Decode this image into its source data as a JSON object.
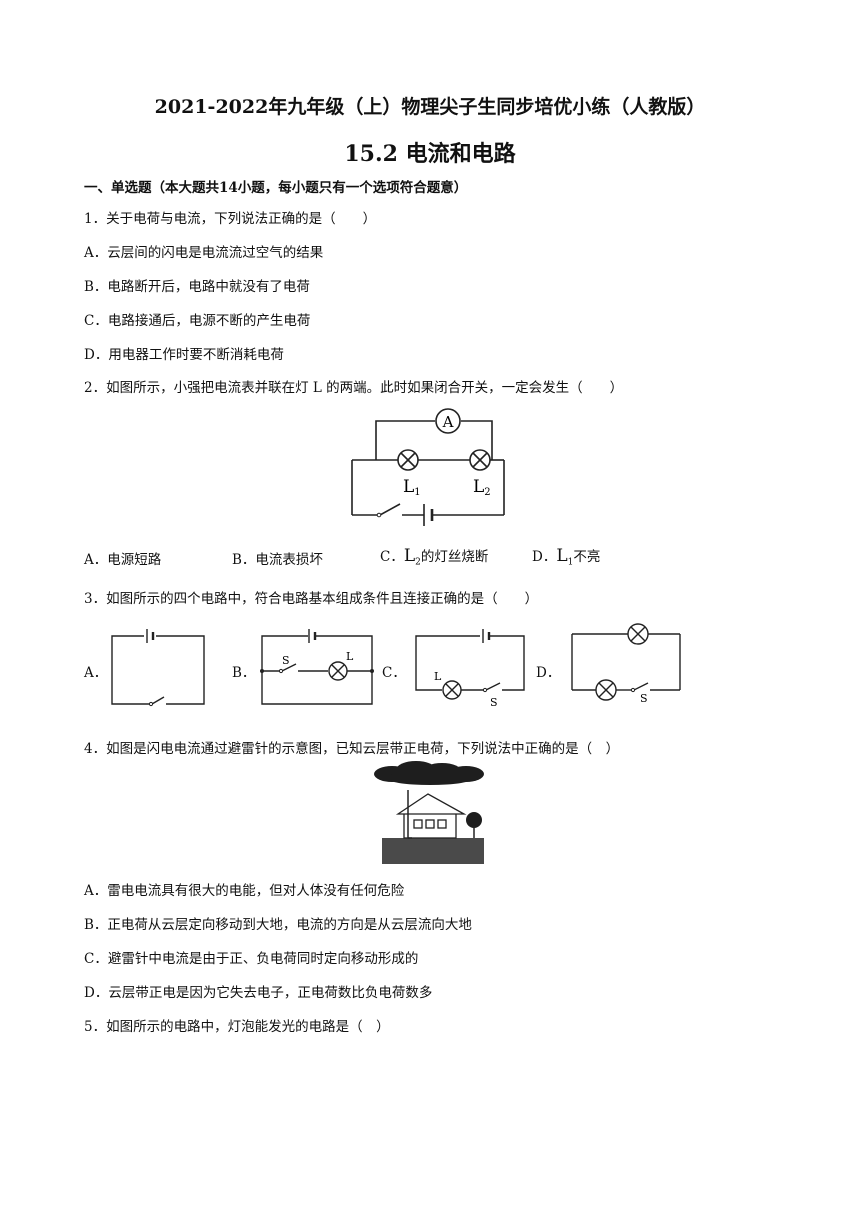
{
  "header": {
    "title": "2021-2022年九年级（上）物理尖子生同步培优小练（人教版）",
    "subtitle": "15.2  电流和电路"
  },
  "section": {
    "heading": "一、单选题（本大题共14小题，每小题只有一个选项符合题意）"
  },
  "questions": [
    {
      "stem": "1．关于电荷与电流，下列说法正确的是（　　）",
      "options": [
        "A．云层间的闪电是电流流过空气的结果",
        "B．电路断开后，电路中就没有了电荷",
        "C．电路接通后，电源不断的产生电荷",
        "D．用电器工作时要不断消耗电荷"
      ]
    },
    {
      "stem": "2．如图所示，小强把电流表并联在灯 L 的两端。此时如果闭合开关，一定会发生（　　）",
      "figure_labels": {
        "ammeter": "A",
        "lamp1": "L",
        "lamp1_sub": "1",
        "lamp2": "L",
        "lamp2_sub": "2"
      },
      "options": [
        {
          "text": "A．电源短路"
        },
        {
          "text": "B．电流表损坏"
        },
        {
          "prefix": "C．",
          "var": "L",
          "sub": "2",
          "suffix": "的灯丝烧断"
        },
        {
          "prefix": "D．",
          "var": "L",
          "sub": "1",
          "suffix": "不亮"
        }
      ]
    },
    {
      "stem": "3．如图所示的四个电路中，符合电路基本组成条件且连接正确的是（　　）",
      "option_letters": [
        "A．",
        "B．",
        "C．",
        "D．"
      ],
      "figure_labels": {
        "switch": "S",
        "lamp": "L"
      }
    },
    {
      "stem": "4．如图是闪电电流通过避雷针的示意图，已知云层带正电荷，下列说法中正确的是（　）",
      "options": [
        "A．雷电电流具有很大的电能，但对人体没有任何危险",
        "B．正电荷从云层定向移动到大地，电流的方向是从云层流向大地",
        "C．避雷针中电流是由于正、负电荷同时定向移动形成的",
        "D．云层带正电是因为它失去电子，正电荷数比负电荷数多"
      ]
    },
    {
      "stem": "5．如图所示的电路中，灯泡能发光的电路是（　）"
    }
  ]
}
